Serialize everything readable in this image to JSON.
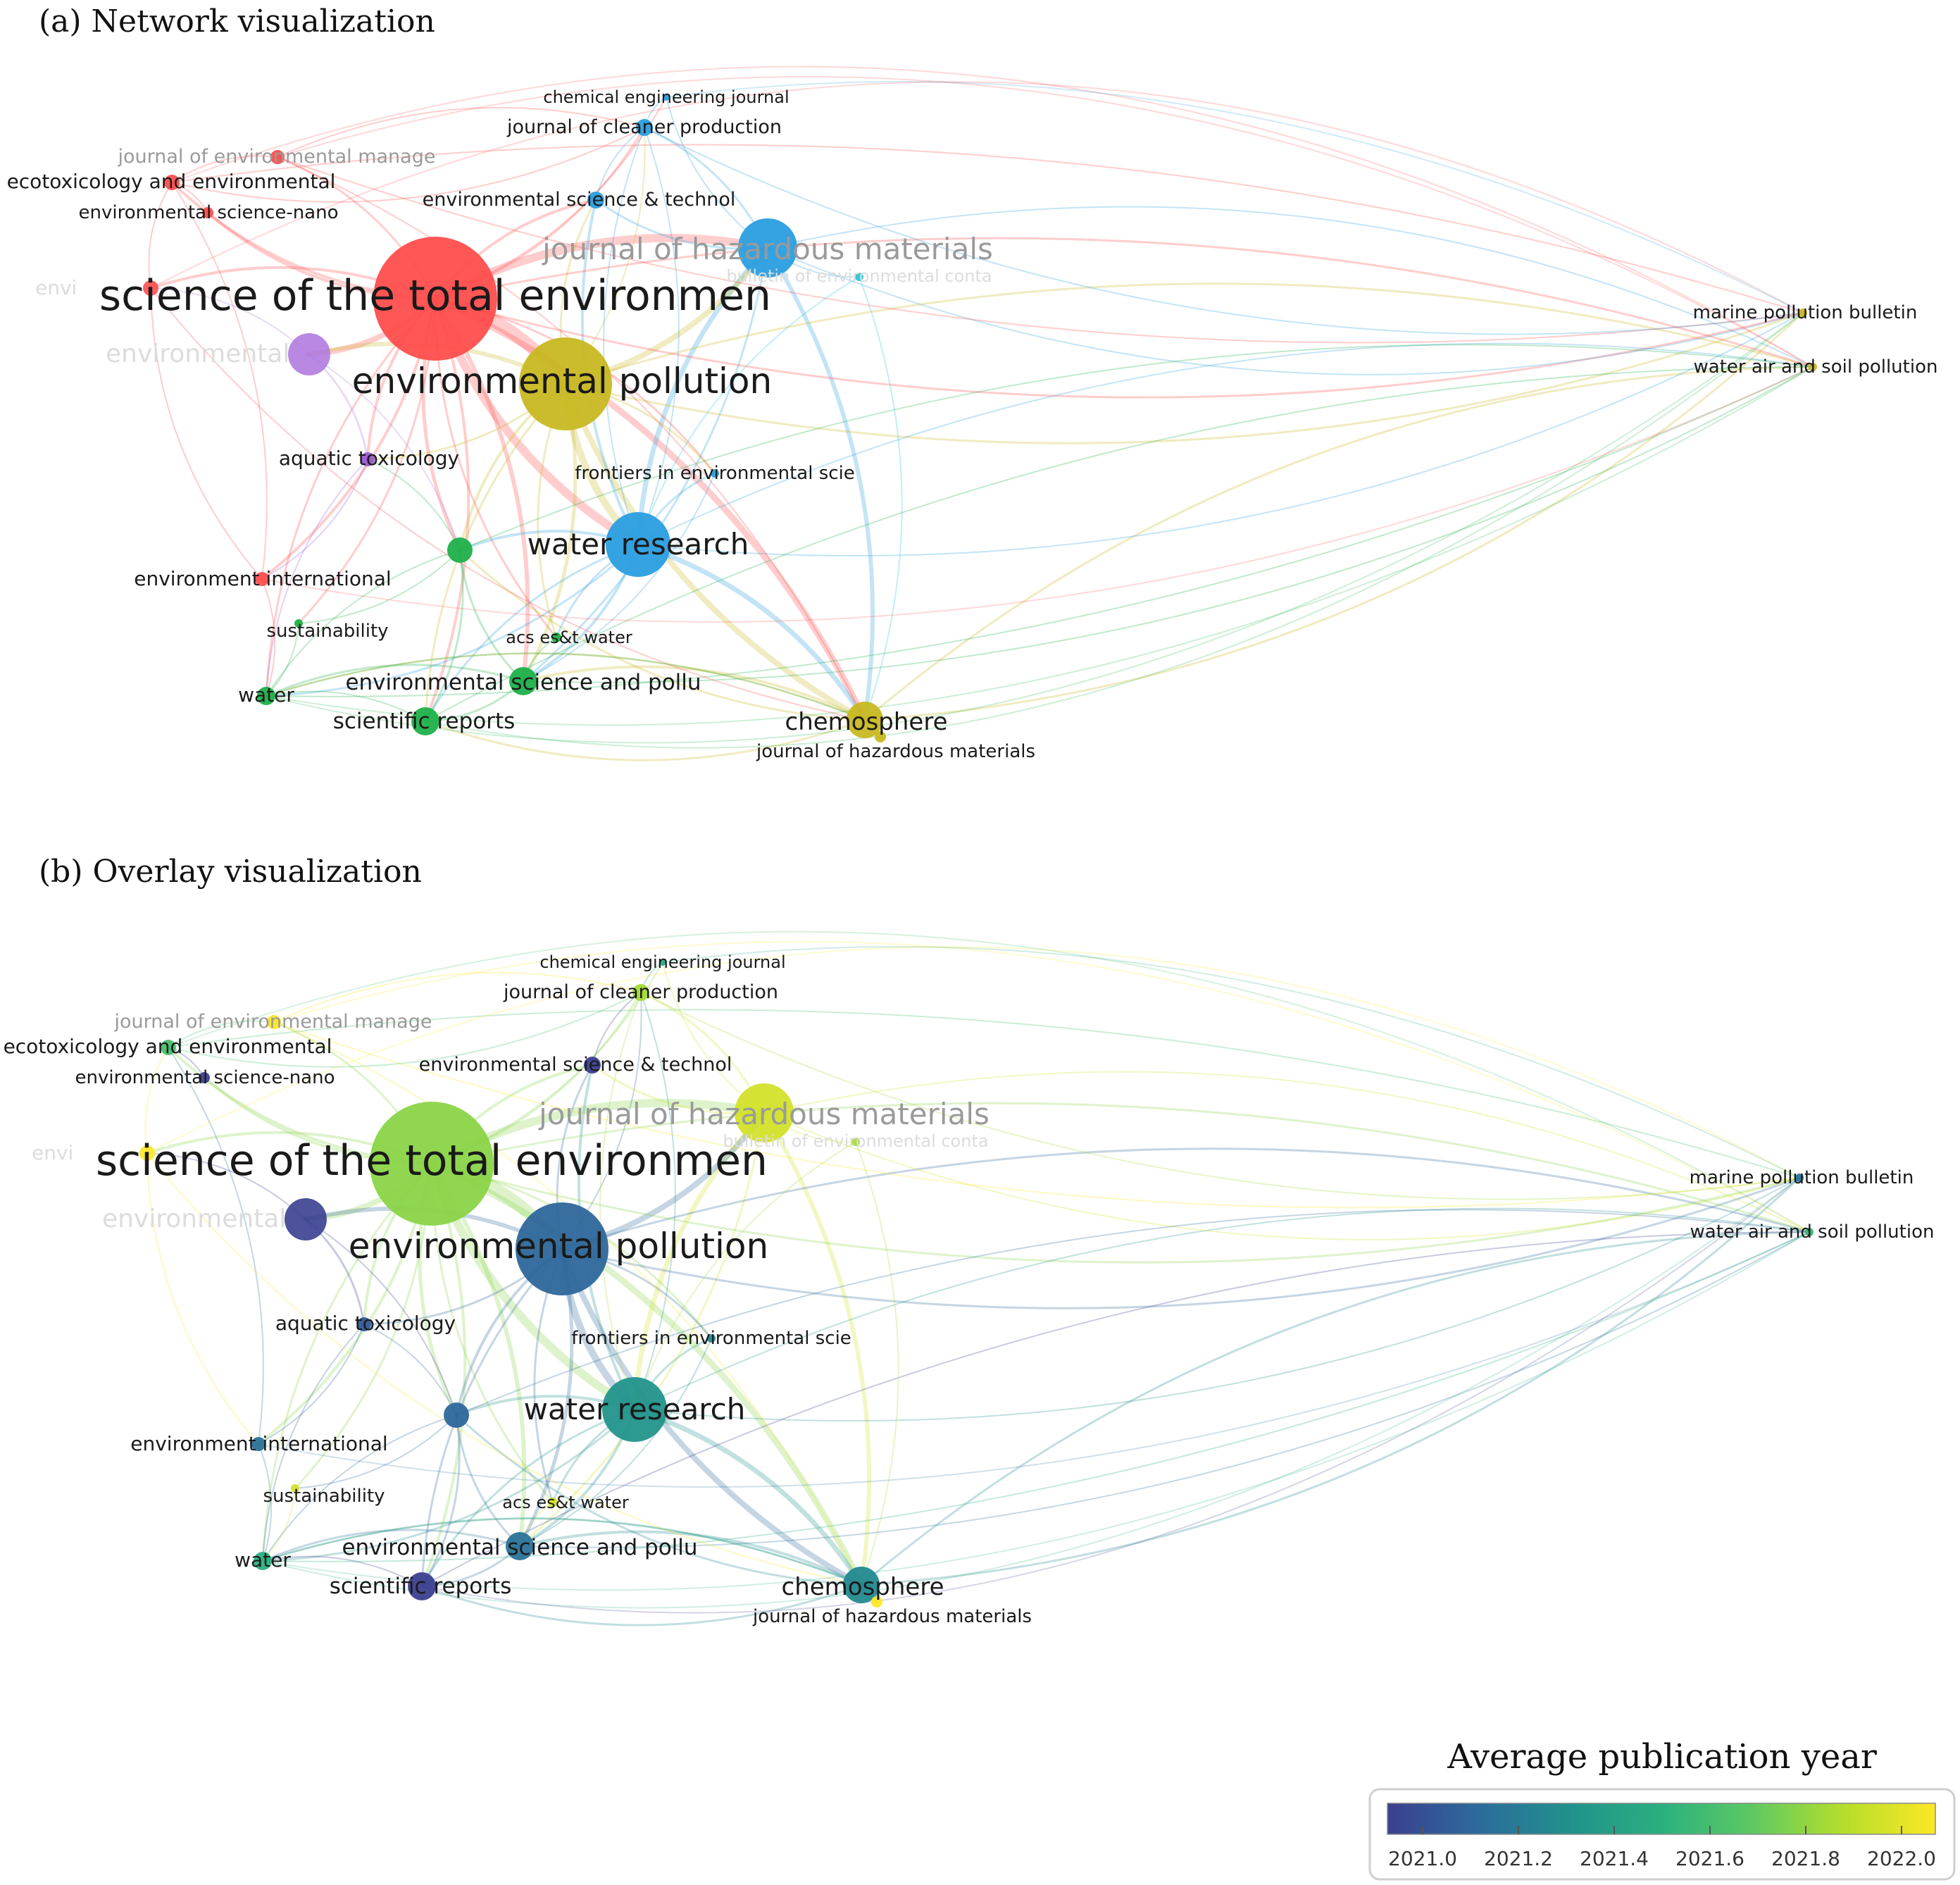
{
  "panels": [
    {
      "id": "a",
      "title": "(a) Network visualization",
      "mode": "cluster",
      "nodes": [
        {
          "key": "stoten",
          "label": "science of the total environmen",
          "color": "#ff4d4d",
          "weight": "xl"
        },
        {
          "key": "envpol",
          "label": "environmental pollution",
          "color": "#c8b822",
          "weight": "l"
        },
        {
          "key": "jhm",
          "label": "journal of hazardous materials",
          "color": "#2a9ee0",
          "weight": "m",
          "faint": true
        },
        {
          "key": "watres",
          "label": "water research",
          "color": "#2a9ee0",
          "weight": "m"
        },
        {
          "key": "chemo",
          "label": "chemosphere",
          "color": "#c8b822",
          "weight": "s"
        },
        {
          "key": "jhm2",
          "label": "journal of hazardous materials",
          "color": "#c8b822",
          "weight": "xs"
        },
        {
          "key": "cej",
          "label": "chemical engineering journal",
          "color": "#2a9ee0",
          "weight": "xs"
        },
        {
          "key": "jcp",
          "label": "journal of cleaner production",
          "color": "#2a9ee0",
          "weight": "xs"
        },
        {
          "key": "est",
          "label": "environmental science & technol",
          "color": "#2a9ee0",
          "weight": "xs"
        },
        {
          "key": "bec",
          "label": "bulletin of environmental conta",
          "color": "#22c4d8",
          "weight": "xs",
          "ghost": true
        },
        {
          "key": "jem",
          "label": "journal of environmental manage",
          "color": "#ff4d4d",
          "weight": "xs",
          "faint": true
        },
        {
          "key": "eco",
          "label": "ecotoxicology and environmental",
          "color": "#ff4d4d",
          "weight": "xs"
        },
        {
          "key": "esnano",
          "label": "environmental science-nano",
          "color": "#ff4d4d",
          "weight": "xs"
        },
        {
          "key": "envi",
          "label": "envi",
          "color": "#ff4d4d",
          "weight": "xs",
          "ghost": true
        },
        {
          "key": "envmental",
          "label": "environmental",
          "color": "#b07be0",
          "weight": "s",
          "ghost": true
        },
        {
          "key": "aqtox",
          "label": "aquatic toxicology",
          "color": "#9b59d0",
          "weight": "xs"
        },
        {
          "key": "front",
          "label": "frontiers in environmental scie",
          "color": "#2a9ee0",
          "weight": "xs"
        },
        {
          "key": "greennode",
          "label": "",
          "color": "#1fb04a",
          "weight": "s"
        },
        {
          "key": "envint",
          "label": "environment international",
          "color": "#ff4d4d",
          "weight": "xs"
        },
        {
          "key": "sust",
          "label": "sustainability",
          "color": "#1fb04a",
          "weight": "xs"
        },
        {
          "key": "acs",
          "label": "acs es&t water",
          "color": "#1fb04a",
          "weight": "xs"
        },
        {
          "key": "espr",
          "label": "environmental science and pollu",
          "color": "#1fb04a",
          "weight": "s"
        },
        {
          "key": "water",
          "label": "water",
          "color": "#1fb04a",
          "weight": "xs"
        },
        {
          "key": "scirep",
          "label": "scientific reports",
          "color": "#1fb04a",
          "weight": "s"
        },
        {
          "key": "mpb",
          "label": "marine pollution bulletin",
          "color": "#c8b822",
          "weight": "xs"
        },
        {
          "key": "wasp",
          "label": "water air and soil pollution",
          "color": "#c8b822",
          "weight": "xs"
        }
      ]
    },
    {
      "id": "b",
      "title": "(b) Overlay visualization",
      "mode": "overlay",
      "nodes": [
        {
          "key": "stoten",
          "label": "science of the total environmen",
          "year": 2021.75
        },
        {
          "key": "envpol",
          "label": "environmental pollution",
          "year": 2021.15
        },
        {
          "key": "jhm",
          "label": "journal of hazardous materials",
          "year": 2021.9,
          "faint": true
        },
        {
          "key": "watres",
          "label": "water research",
          "year": 2021.35
        },
        {
          "key": "chemo",
          "label": "chemosphere",
          "year": 2021.3
        },
        {
          "key": "jhm2",
          "label": "journal of hazardous materials",
          "year": 2022.0
        },
        {
          "key": "cej",
          "label": "chemical engineering journal",
          "year": 2021.45
        },
        {
          "key": "jcp",
          "label": "journal of cleaner production",
          "year": 2021.8
        },
        {
          "key": "est",
          "label": "environmental science & technol",
          "year": 2021.0
        },
        {
          "key": "bec",
          "label": "bulletin of environmental conta",
          "year": 2021.8,
          "ghost": true
        },
        {
          "key": "jem",
          "label": "journal of environmental manage",
          "year": 2022.0,
          "faint": true
        },
        {
          "key": "eco",
          "label": "ecotoxicology and environmental",
          "year": 2021.6
        },
        {
          "key": "esnano",
          "label": "environmental science-nano",
          "year": 2021.0
        },
        {
          "key": "envi",
          "label": "envi",
          "year": 2022.0,
          "ghost": true
        },
        {
          "key": "envmental",
          "label": "environmental",
          "year": 2021.0,
          "ghost": true
        },
        {
          "key": "aqtox",
          "label": "aquatic toxicology",
          "year": 2021.1
        },
        {
          "key": "front",
          "label": "frontiers in environmental scie",
          "year": 2021.3
        },
        {
          "key": "greennode",
          "label": "",
          "year": 2021.15
        },
        {
          "key": "envint",
          "label": "environment international",
          "year": 2021.2
        },
        {
          "key": "sust",
          "label": "sustainability",
          "year": 2021.9
        },
        {
          "key": "acs",
          "label": "acs es&t water",
          "year": 2021.9
        },
        {
          "key": "espr",
          "label": "environmental science and pollu",
          "year": 2021.2
        },
        {
          "key": "water",
          "label": "water",
          "year": 2021.5
        },
        {
          "key": "scirep",
          "label": "scientific reports",
          "year": 2021.0
        },
        {
          "key": "mpb",
          "label": "marine pollution bulletin",
          "year": 2021.2
        },
        {
          "key": "wasp",
          "label": "water air and soil pollution",
          "year": 2021.55
        }
      ]
    }
  ],
  "legend": {
    "title": "Average publication year",
    "ticks": [
      "2021.0",
      "2021.2",
      "2021.4",
      "2021.6",
      "2021.8",
      "2022.0"
    ],
    "range": [
      2021.0,
      2022.0
    ],
    "colors": [
      "#3b3f8f",
      "#2c6b9c",
      "#21918c",
      "#2ab07f",
      "#5ec962",
      "#b5de2b",
      "#fde725"
    ]
  }
}
